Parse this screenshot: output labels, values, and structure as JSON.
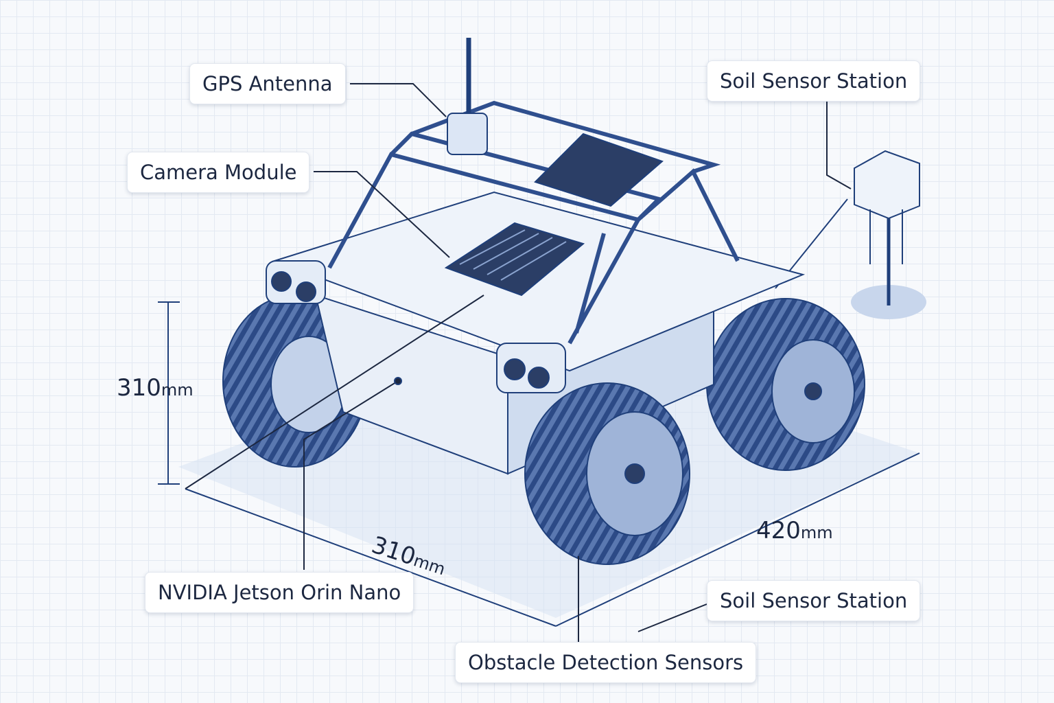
{
  "labels": {
    "gps_antenna": "GPS Antenna",
    "camera_module": "Camera Module",
    "soil_sensor_top": "Soil Sensor Station",
    "jetson": "NVIDIA Jetson Orin Nano",
    "soil_sensor_bottom": "Soil Sensor Station",
    "obstacle_sensors": "Obstacle Detection Sensors"
  },
  "dimensions": {
    "height": {
      "value": "310",
      "unit": "mm"
    },
    "width": {
      "value": "310",
      "unit": "mm"
    },
    "length": {
      "value": "420",
      "unit": "mm"
    }
  },
  "colors": {
    "ink": "#1f3f7a",
    "fill": "#dbe5f3",
    "dark": "#2b3e66"
  }
}
